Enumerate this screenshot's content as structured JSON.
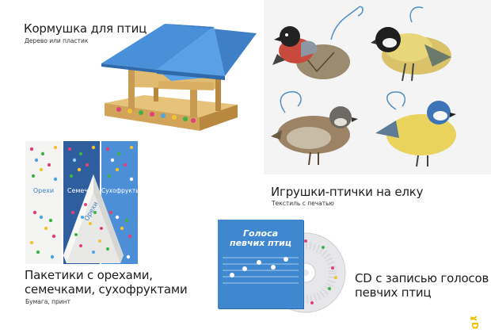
{
  "feeder": {
    "title": "Кормушка для птиц",
    "subtitle": "Дерево или пластик"
  },
  "ornaments": {
    "title": "Игрушки-птички на елку",
    "subtitle": "Текстиль с печатью"
  },
  "packets": {
    "title_line1": "Пакетики с орехами,",
    "title_line2": "семечками, сухофруктами",
    "subtitle": "Бумага, принт",
    "labels": [
      "Орехи",
      "Семечки",
      "Сухофрукты"
    ],
    "tent_label": "Орехи"
  },
  "cd": {
    "title_line1": "CD с записью голосов",
    "title_line2": "певчих птиц",
    "cover_line1": "Голоса",
    "cover_line2": "певчих птиц"
  },
  "colors": {
    "roof": "#4a90d9",
    "wood": "#d9b06a",
    "packet_white": "#f4f4f2",
    "packet_dark": "#2f5e9e",
    "packet_blue": "#4d8fd6",
    "cd_blue": "#3f88cf",
    "accent_mark": "#e8c200"
  },
  "icons": [
    "bird-icon",
    "logo-mark"
  ]
}
